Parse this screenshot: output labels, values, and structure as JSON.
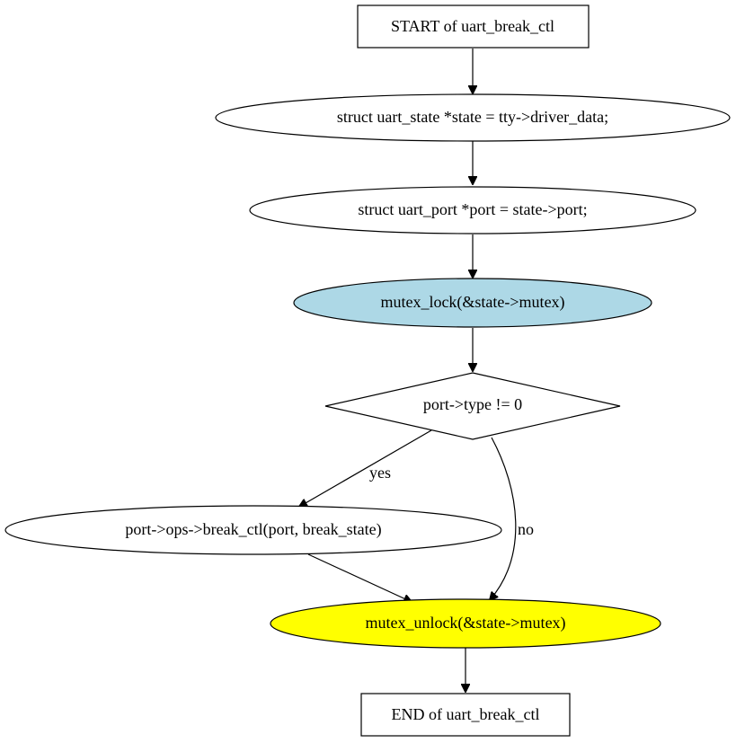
{
  "flowchart": {
    "nodes": {
      "start": {
        "label": "START of uart_break_ctl",
        "shape": "box",
        "fill": "#ffffff"
      },
      "state_decl": {
        "label": "struct uart_state *state = tty->driver_data;",
        "shape": "ellipse",
        "fill": "#ffffff"
      },
      "port_decl": {
        "label": "struct uart_port *port = state->port;",
        "shape": "ellipse",
        "fill": "#ffffff"
      },
      "mutex_lock": {
        "label": "mutex_lock(&state->mutex)",
        "shape": "ellipse",
        "fill": "#add8e6"
      },
      "condition": {
        "label": "port->type != 0",
        "shape": "diamond",
        "fill": "#ffffff"
      },
      "break_call": {
        "label": "port->ops->break_ctl(port, break_state)",
        "shape": "ellipse",
        "fill": "#ffffff"
      },
      "mutex_unlock": {
        "label": "mutex_unlock(&state->mutex)",
        "shape": "ellipse",
        "fill": "#ffff00"
      },
      "end": {
        "label": "END of uart_break_ctl",
        "shape": "box",
        "fill": "#ffffff"
      }
    },
    "edges": {
      "yes_label": "yes",
      "no_label": "no"
    }
  }
}
